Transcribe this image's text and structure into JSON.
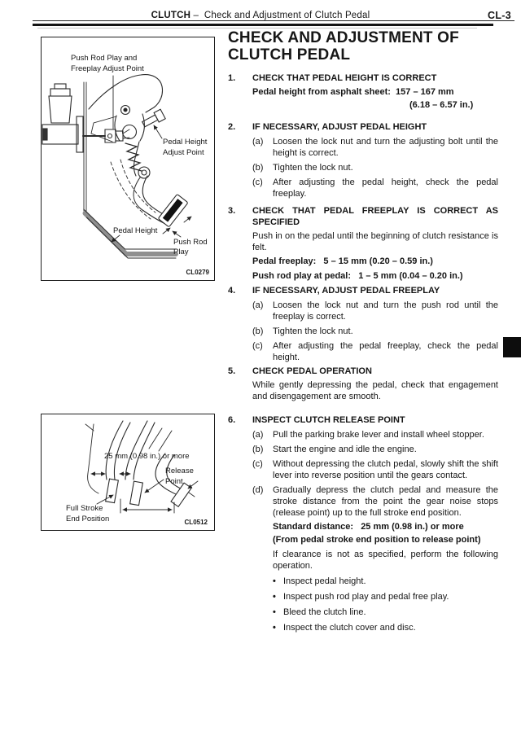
{
  "header": {
    "section": "CLUTCH",
    "rest": "–  Check and Adjustment of Clutch Pedal",
    "page_code": "CL-3"
  },
  "title": {
    "line1": "CHECK AND ADJUSTMENT OF",
    "line2": "CLUTCH PEDAL"
  },
  "figure1": {
    "code": "CL0279",
    "label_freeplay_1": "Push Rod Play and",
    "label_freeplay_2": "Freeplay Adjust Point",
    "label_height_adjust_1": "Pedal Height",
    "label_height_adjust_2": "Adjust Point",
    "label_pedal_height": "Pedal Height",
    "label_push_rod_1": "Push Rod",
    "label_push_rod_2": "Play"
  },
  "figure2": {
    "code": "CL0512",
    "label_distance": "25 mm (0.98 in.) or more",
    "label_release_1": "Release",
    "label_release_2": "Point",
    "label_full_stroke_1": "Full Stroke",
    "label_full_stroke_2": "End Position"
  },
  "sections": [
    {
      "num": "1.",
      "heading": "CHECK THAT PEDAL HEIGHT IS CORRECT",
      "spec_line1": "Pedal height from asphalt sheet:  157 – 167 mm",
      "spec_line2": "(6.18 – 6.57 in.)"
    },
    {
      "num": "2.",
      "heading": "IF NECESSARY, ADJUST PEDAL HEIGHT",
      "steps": [
        {
          "label": "(a)",
          "text": "Loosen the lock nut and turn the adjusting bolt until the height is correct."
        },
        {
          "label": "(b)",
          "text": "Tighten the lock nut."
        },
        {
          "label": "(c)",
          "text": "After adjusting the pedal height, check the pedal freeplay."
        }
      ]
    },
    {
      "num": "3.",
      "heading": "CHECK THAT PEDAL FREEPLAY IS CORRECT AS SPECIFIED",
      "body": "Push in on the pedal until the beginning of clutch resistance is felt.",
      "spec1": "Pedal freeplay:   5 – 15 mm (0.20 – 0.59 in.)",
      "spec2": "Push rod play at pedal:   1 – 5 mm (0.04 – 0.20 in.)"
    },
    {
      "num": "4.",
      "heading": "IF NECESSARY, ADJUST PEDAL FREEPLAY",
      "steps": [
        {
          "label": "(a)",
          "text": "Loosen the lock nut and turn the push rod until the freeplay is correct."
        },
        {
          "label": "(b)",
          "text": "Tighten the lock nut."
        },
        {
          "label": "(c)",
          "text": "After adjusting the pedal freeplay, check the pedal height."
        }
      ]
    },
    {
      "num": "5.",
      "heading": "CHECK PEDAL OPERATION",
      "body": "While gently depressing the pedal, check that engagement and disengagement are smooth."
    },
    {
      "num": "6.",
      "heading": "INSPECT CLUTCH RELEASE POINT",
      "steps": [
        {
          "label": "(a)",
          "text": "Pull the parking brake lever and install wheel stopper."
        },
        {
          "label": "(b)",
          "text": "Start the engine and idle the engine."
        },
        {
          "label": "(c)",
          "text": "Without depressing the clutch pedal, slowly shift the shift lever into reverse position until the gears contact."
        },
        {
          "label": "(d)",
          "text": "Gradually depress the clutch pedal and measure the stroke distance from the point the gear noise stops (release point) up to the full stroke end position."
        }
      ],
      "spec1": "Standard distance:   25 mm (0.98 in.) or more",
      "spec2": "(From pedal stroke end position to release point)",
      "body": "If clearance is not as specified, perform the follow­ing operation.",
      "bullets": [
        "Inspect pedal height.",
        "Inspect push rod play and pedal free play.",
        "Bleed the clutch line.",
        "Inspect the clutch cover and disc."
      ]
    }
  ]
}
